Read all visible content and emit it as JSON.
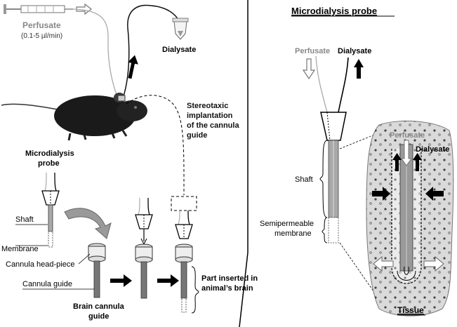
{
  "left_panel": {
    "perfusate_label": "Perfusate",
    "flow_rate": "(0.1-5 µl/min)",
    "dialysate_label": "Dialysate",
    "stereotaxic_line1": "Stereotaxic",
    "stereotaxic_line2": "implantation",
    "stereotaxic_line3": "of the cannula",
    "stereotaxic_line4": "guide",
    "probe_title_line1": "Microdialysis",
    "probe_title_line2": "probe",
    "shaft_label": "Shaft",
    "membrane_label": "Membrane",
    "headpiece_label": "Cannula head-piece",
    "guide_label": "Cannula guide",
    "brain_cannula_line1": "Brain cannula",
    "brain_cannula_line2": "guide",
    "inserted_line1": "Part inserted in",
    "inserted_line2": "animal’s brain"
  },
  "right_panel": {
    "title": "Microdialysis probe",
    "perfusate_label": "Perfusate",
    "dialysate_label": "Dialysate",
    "shaft_label": "Shaft",
    "semipermeable_line1": "Semipermeable",
    "semipermeable_line2": "membrane",
    "zoom_perfusate": "Perfusate",
    "zoom_dialysate": "Dialysate",
    "tissue_label": "Tissue"
  },
  "colors": {
    "ink": "#000000",
    "grey_text": "#8a8a8a",
    "tissue_fill": "#dadada",
    "shaft_fill": "#a9a9a9"
  }
}
